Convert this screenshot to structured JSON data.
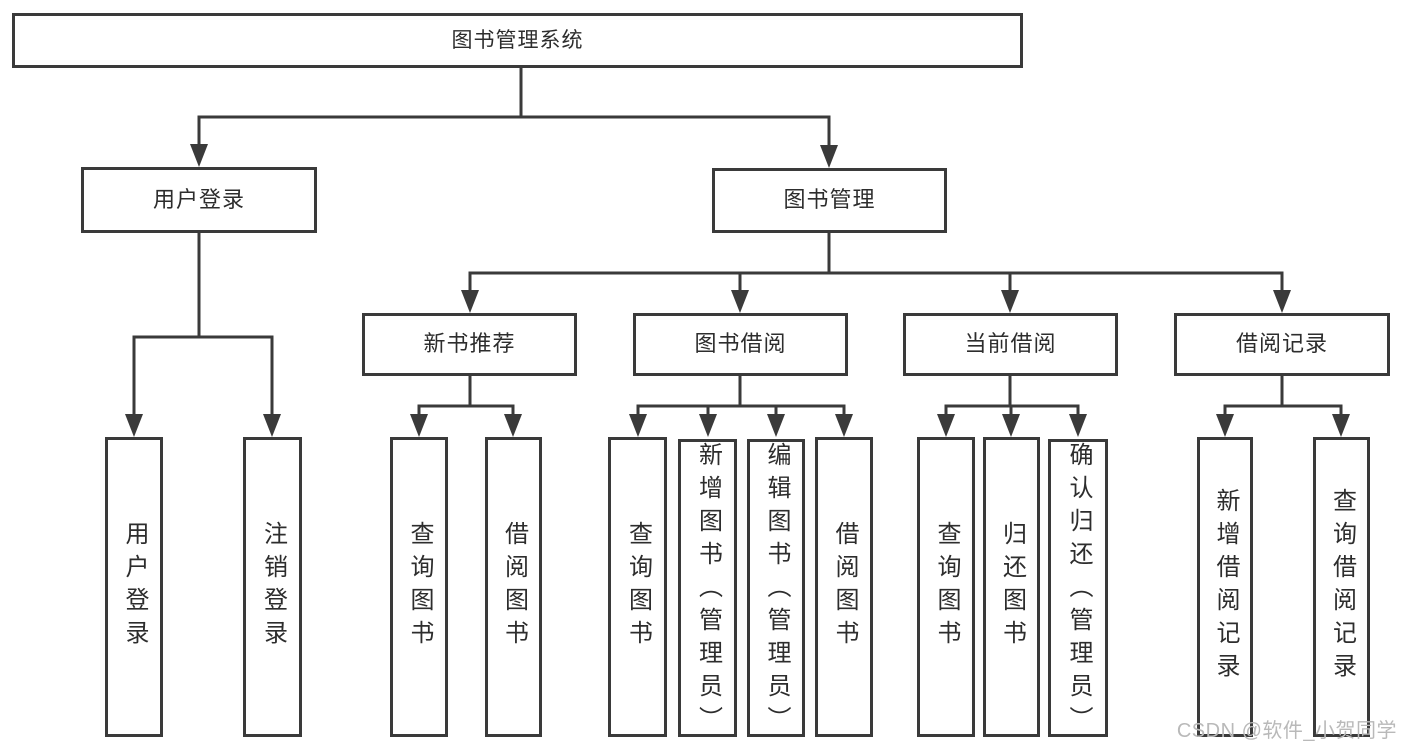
{
  "tree": {
    "root": {
      "label": "图书管理系统"
    },
    "children": [
      {
        "label": "用户登录",
        "children": [
          {
            "label": "用户登录"
          },
          {
            "label": "注销登录"
          }
        ]
      },
      {
        "label": "图书管理",
        "children": [
          {
            "label": "新书推荐",
            "children": [
              {
                "label": "查询图书"
              },
              {
                "label": "借阅图书"
              }
            ]
          },
          {
            "label": "图书借阅",
            "children": [
              {
                "label": "查询图书"
              },
              {
                "label": "新增图书（管理员）"
              },
              {
                "label": "编辑图书（管理员）"
              },
              {
                "label": "借阅图书"
              }
            ]
          },
          {
            "label": "当前借阅",
            "children": [
              {
                "label": "查询图书"
              },
              {
                "label": "归还图书"
              },
              {
                "label": "确认归还（管理员）"
              }
            ]
          },
          {
            "label": "借阅记录",
            "children": [
              {
                "label": "新增借阅记录"
              },
              {
                "label": "查询借阅记录"
              }
            ]
          }
        ]
      }
    ]
  },
  "watermark": {
    "text": "CSDN @软件_小贺同学"
  },
  "colors": {
    "line": "#3a3a3a",
    "text": "#2d2d2d",
    "bg": "#ffffff",
    "watermark": "#b9b9b9"
  }
}
